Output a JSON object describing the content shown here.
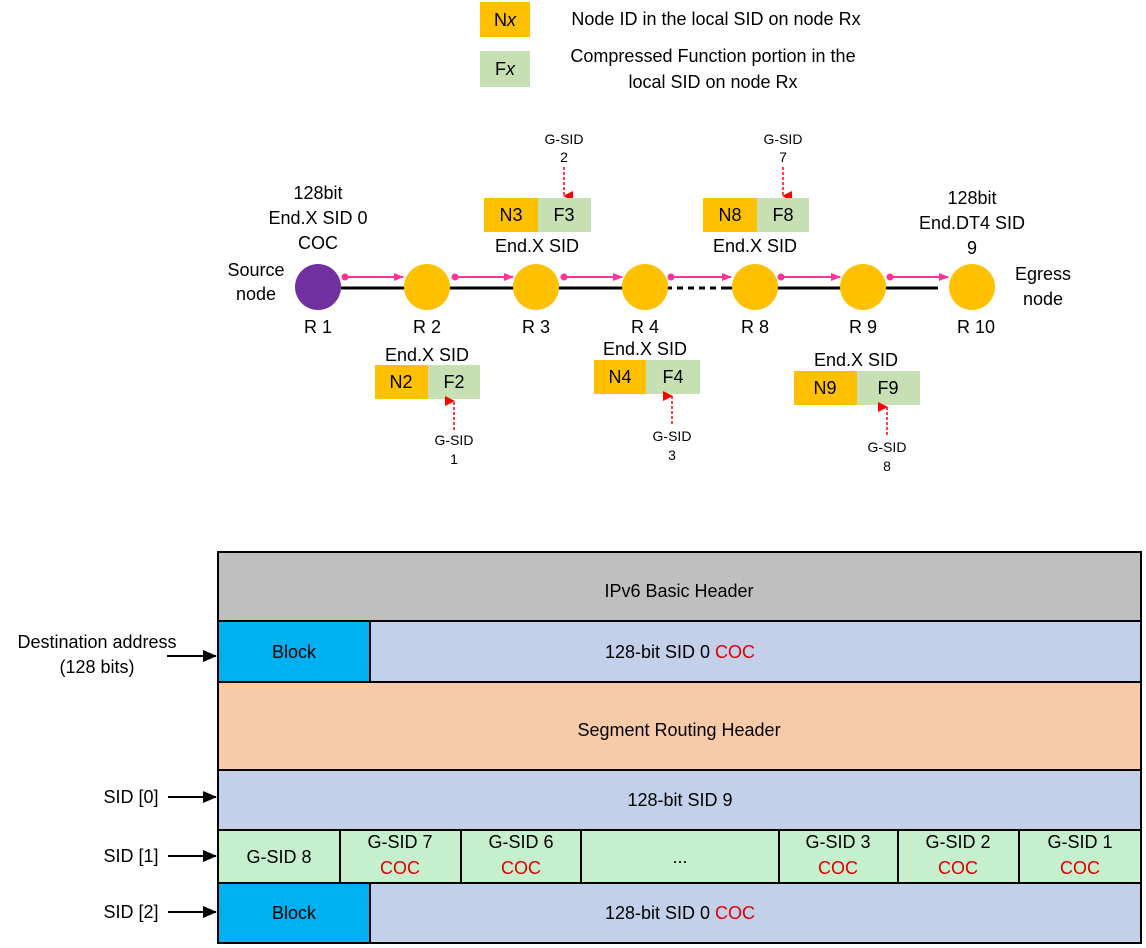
{
  "legend": {
    "n_swatch": "N",
    "n_swatch_var": "x",
    "n_desc": "Node ID in the local SID on node Rx",
    "f_swatch": "F",
    "f_swatch_var": "x",
    "f_desc_line1": "Compressed Function portion in the",
    "f_desc_line2": "local SID on node Rx"
  },
  "nodes": [
    {
      "label": "R 1",
      "color": "#7030a0"
    },
    {
      "label": "R 2",
      "color": "#ffc000"
    },
    {
      "label": "R 3",
      "color": "#ffc000"
    },
    {
      "label": "R 4",
      "color": "#ffc000"
    },
    {
      "label": "R 8",
      "color": "#ffc000"
    },
    {
      "label": "R 9",
      "color": "#ffc000"
    },
    {
      "label": "R 10",
      "color": "#ffc000"
    }
  ],
  "source_label": {
    "line1": "Source",
    "line2": "node"
  },
  "egress_label": {
    "line1": "Egress",
    "line2": "node"
  },
  "r1_sid": {
    "line1": "128bit",
    "line2": "End.X SID 0",
    "line3": "COC"
  },
  "r10_sid": {
    "line1": "128bit",
    "line2": "End.DT4 SID",
    "line3": "9"
  },
  "sid_boxes": {
    "r2": {
      "title": "End.X SID",
      "n": "N2",
      "f": "F2",
      "gsid_line1": "G-SID",
      "gsid_line2": "1"
    },
    "r3": {
      "title": "End.X SID",
      "n": "N3",
      "f": "F3",
      "gsid_line1": "G-SID",
      "gsid_line2": "2"
    },
    "r4": {
      "title": "End.X SID",
      "n": "N4",
      "f": "F4",
      "gsid_line1": "G-SID",
      "gsid_line2": "3"
    },
    "r8": {
      "title": "End.X SID",
      "n": "N8",
      "f": "F8",
      "gsid_line1": "G-SID",
      "gsid_line2": "7"
    },
    "r9": {
      "title": "End.X SID",
      "n": "N9",
      "f": "F9",
      "gsid_line1": "G-SID",
      "gsid_line2": "8"
    }
  },
  "colors": {
    "node_id": "#ffc000",
    "function": "#c6e0b4",
    "source_node": "#7030a0",
    "arrow_pink": "#ff3399",
    "gsid_arrow": "#ff0000",
    "ipv6_header": "#bfbfbf",
    "block": "#00b0f0",
    "sid_field": "#c3d0e9",
    "srh": "#f8cba8",
    "gsid_cell": "#c6efce",
    "coc_text": "#e00000"
  },
  "packet": {
    "ipv6_header": "IPv6 Basic Header",
    "dest_label_line1": "Destination address",
    "dest_label_line2": "(128 bits)",
    "dest_block": "Block",
    "dest_sid": "128-bit SID 0 ",
    "dest_coc": "COC",
    "srh": "Segment Routing Header",
    "sid0_label": "SID [0]",
    "sid0_value": "128-bit SID 9",
    "sid1_label": "SID [1]",
    "sid1_cells": [
      {
        "line1": "G-SID 8",
        "coc": ""
      },
      {
        "line1": "G-SID 7",
        "coc": "COC"
      },
      {
        "line1": "G-SID 6",
        "coc": "COC"
      },
      {
        "line1": "...",
        "coc": ""
      },
      {
        "line1": "G-SID 3",
        "coc": "COC"
      },
      {
        "line1": "G-SID 2",
        "coc": "COC"
      },
      {
        "line1": "G-SID 1",
        "coc": "COC"
      }
    ],
    "sid2_label": "SID [2]",
    "sid2_block": "Block",
    "sid2_sid": "128-bit SID 0 ",
    "sid2_coc": "COC"
  }
}
